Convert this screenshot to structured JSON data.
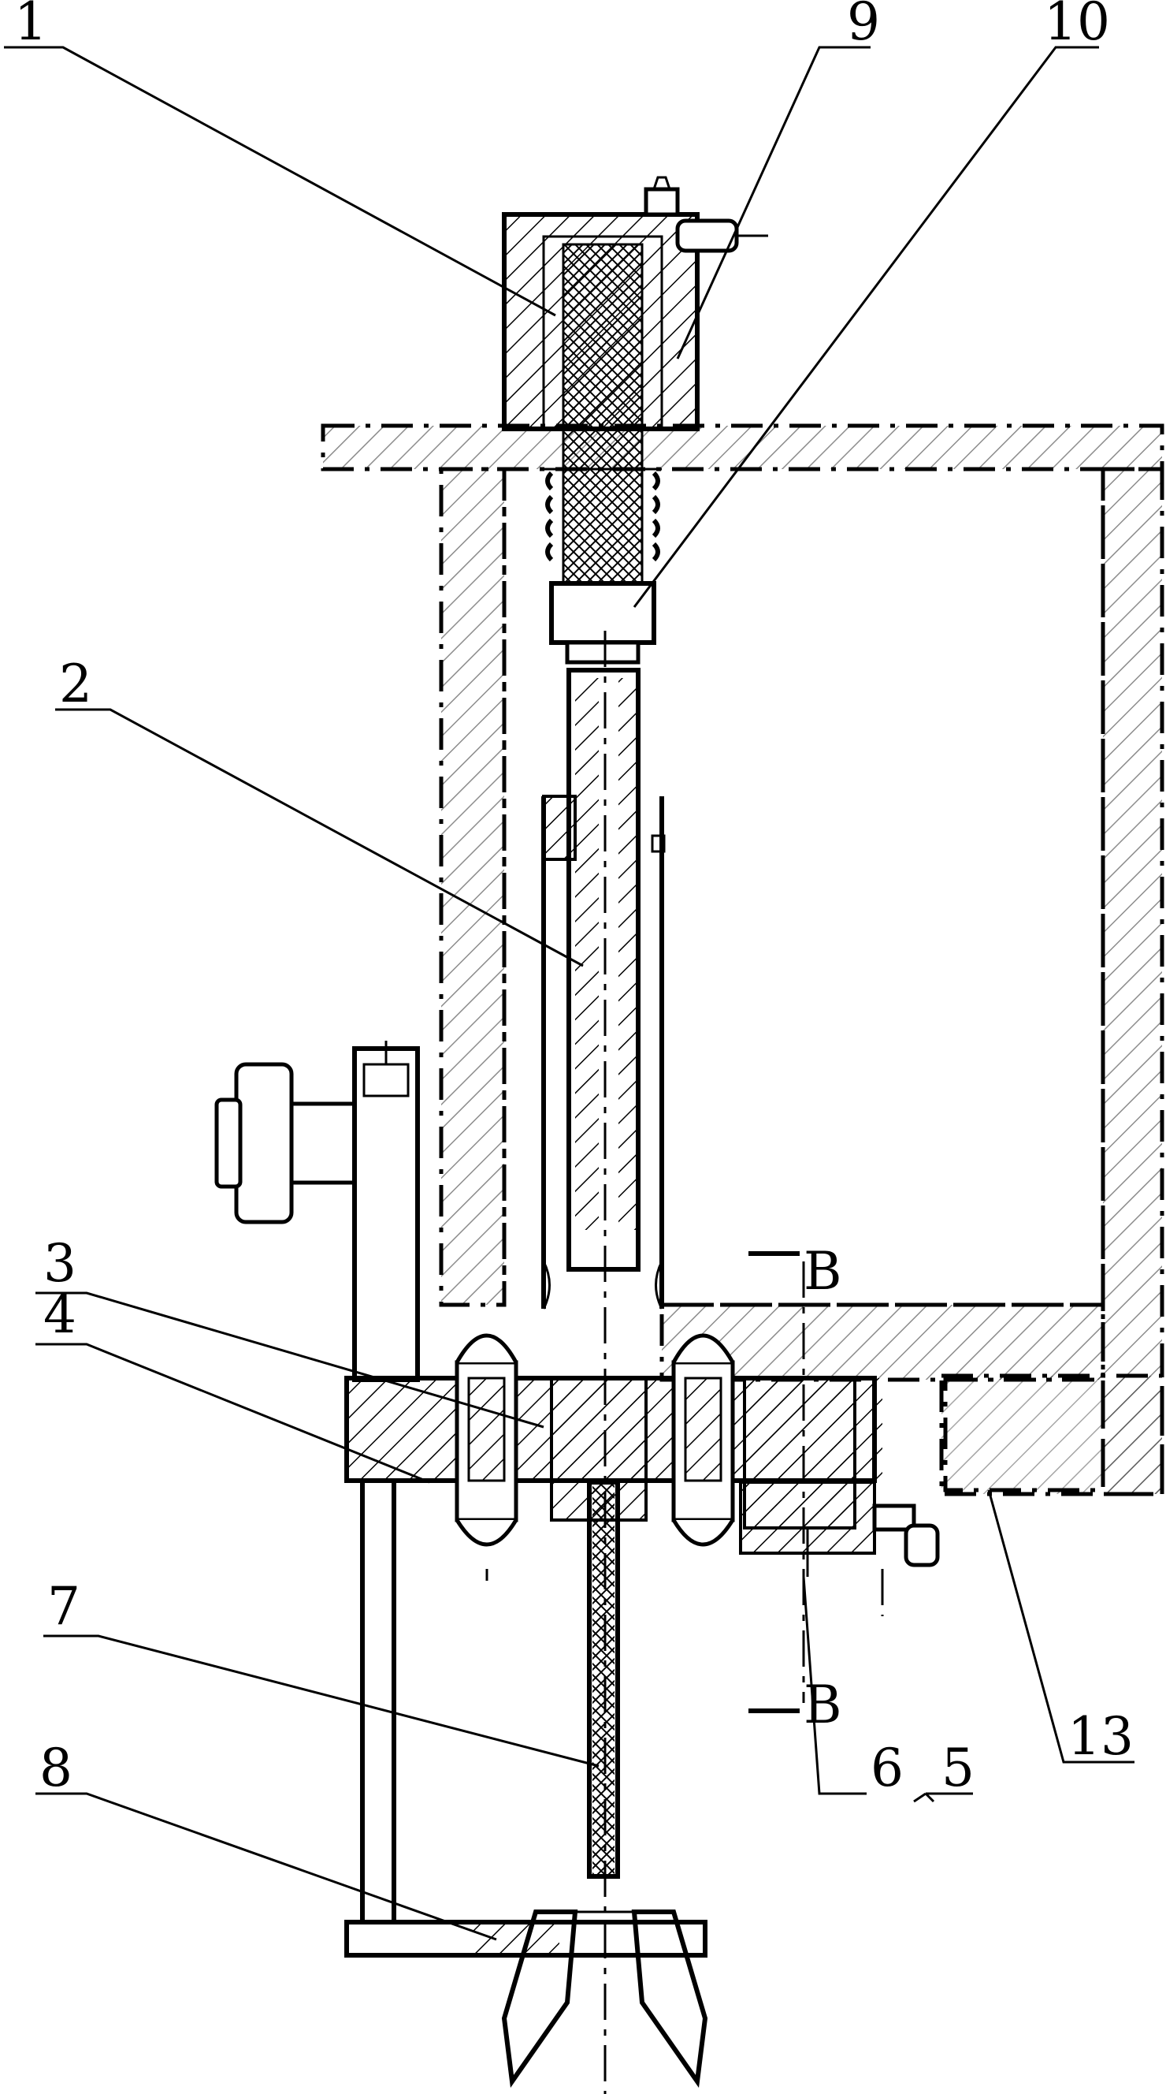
{
  "labels": {
    "l1": "1",
    "l2": "2",
    "l3": "3",
    "l4": "4",
    "l5": "5",
    "l6": "6",
    "l7": "7",
    "l8": "8",
    "l9": "9",
    "l10": "10",
    "l13": "13",
    "b_top": "B",
    "b_bottom": "B"
  }
}
